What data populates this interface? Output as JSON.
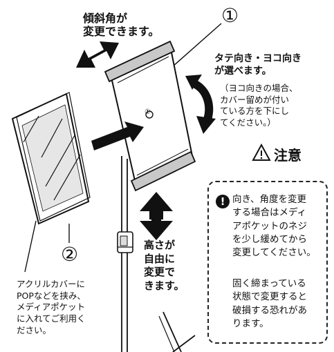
{
  "tilt_label": "傾斜角が\n変更できます。",
  "part1_number": "①",
  "orientation_label": "タテ向き・ヨコ向き\nが選べます。",
  "orientation_note": "（ヨコ向きの場合、\nカバー留めが付い\nている方を下にし\nてください。）",
  "caution": {
    "title": "注意",
    "bang": "!",
    "para1": "向き、角度を変更\nする場合はメディ\nアポケットのネジ\nを少し緩めてから\n変更してください。",
    "para2": "固く締まっている\n状態で変更すると\n破損する恐れがあ\nります。"
  },
  "height_label": "高さが\n自由に\n変更で\nきます。",
  "part2_number": "②",
  "part2_description": "アクリルカバーに\nPOPなどを挟み、\nメディアポケット\nに入れてご利用く\nださい。",
  "screw_label": "①",
  "colors": {
    "ink": "#111111",
    "panel_shade": "#c8c8c8",
    "light_shade": "#e6e6e6"
  }
}
